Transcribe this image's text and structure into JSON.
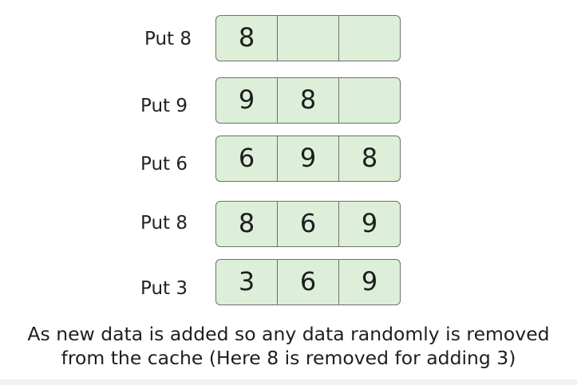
{
  "rows": [
    {
      "label": "Put 8",
      "slots": [
        "8",
        "",
        ""
      ]
    },
    {
      "label": "Put 9",
      "slots": [
        "9",
        "8",
        ""
      ]
    },
    {
      "label": "Put 6",
      "slots": [
        "6",
        "9",
        "8"
      ]
    },
    {
      "label": "Put 8",
      "slots": [
        "8",
        "6",
        "9"
      ]
    },
    {
      "label": "Put 3",
      "slots": [
        "3",
        "6",
        "9"
      ]
    }
  ],
  "caption": {
    "line1": "As new data is added so any data randomly is removed",
    "line2": "from the cache (Here 8 is removed for adding 3)"
  },
  "colors": {
    "slot_fill": "#ddefd9",
    "slot_border": "#6f6f6f",
    "text": "#1e1e1e"
  }
}
